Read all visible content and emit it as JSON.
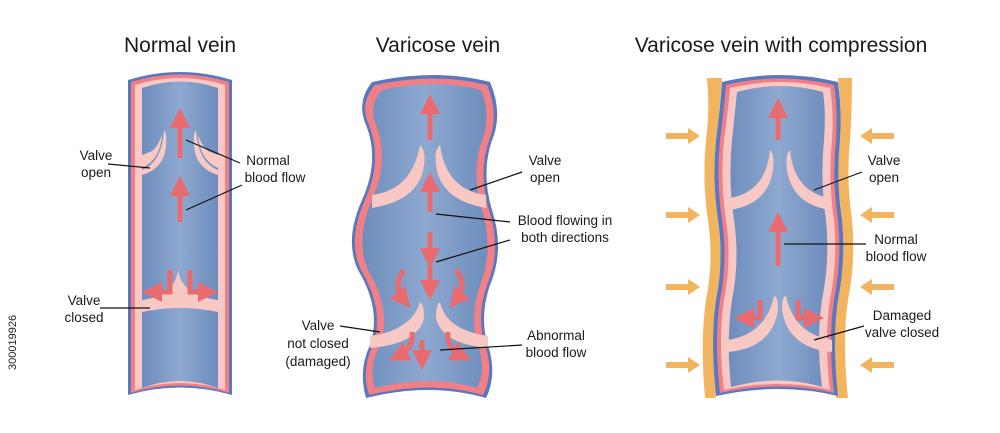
{
  "titles": {
    "normal": "Normal vein",
    "varicose": "Varicose vein",
    "compression": "Varicose vein with compression"
  },
  "normal": {
    "valve_open": [
      "Valve",
      "open"
    ],
    "normal_flow": [
      "Normal",
      "blood flow"
    ],
    "valve_closed": [
      "Valve",
      "closed"
    ]
  },
  "varicose": {
    "valve_open": [
      "Valve",
      "open"
    ],
    "both_directions": [
      "Blood flowing in",
      "both directions"
    ],
    "valve_not_closed": [
      "Valve",
      "not closed",
      "(damaged)"
    ],
    "abnormal_flow": [
      "Abnormal",
      "blood flow"
    ]
  },
  "compression": {
    "valve_open": [
      "Valve",
      "open"
    ],
    "normal_flow": [
      "Normal",
      "blood flow"
    ],
    "damaged_valve": [
      "Damaged",
      "valve closed"
    ]
  },
  "watermark": "300019926",
  "colors": {
    "lumen": "#7f9cc6",
    "outer_wall": "#5b78bf",
    "inner_wall": "#f07f86",
    "valve": "#f8c9c4",
    "arrow": "#e96a6f",
    "compression": "#f2b45f"
  }
}
